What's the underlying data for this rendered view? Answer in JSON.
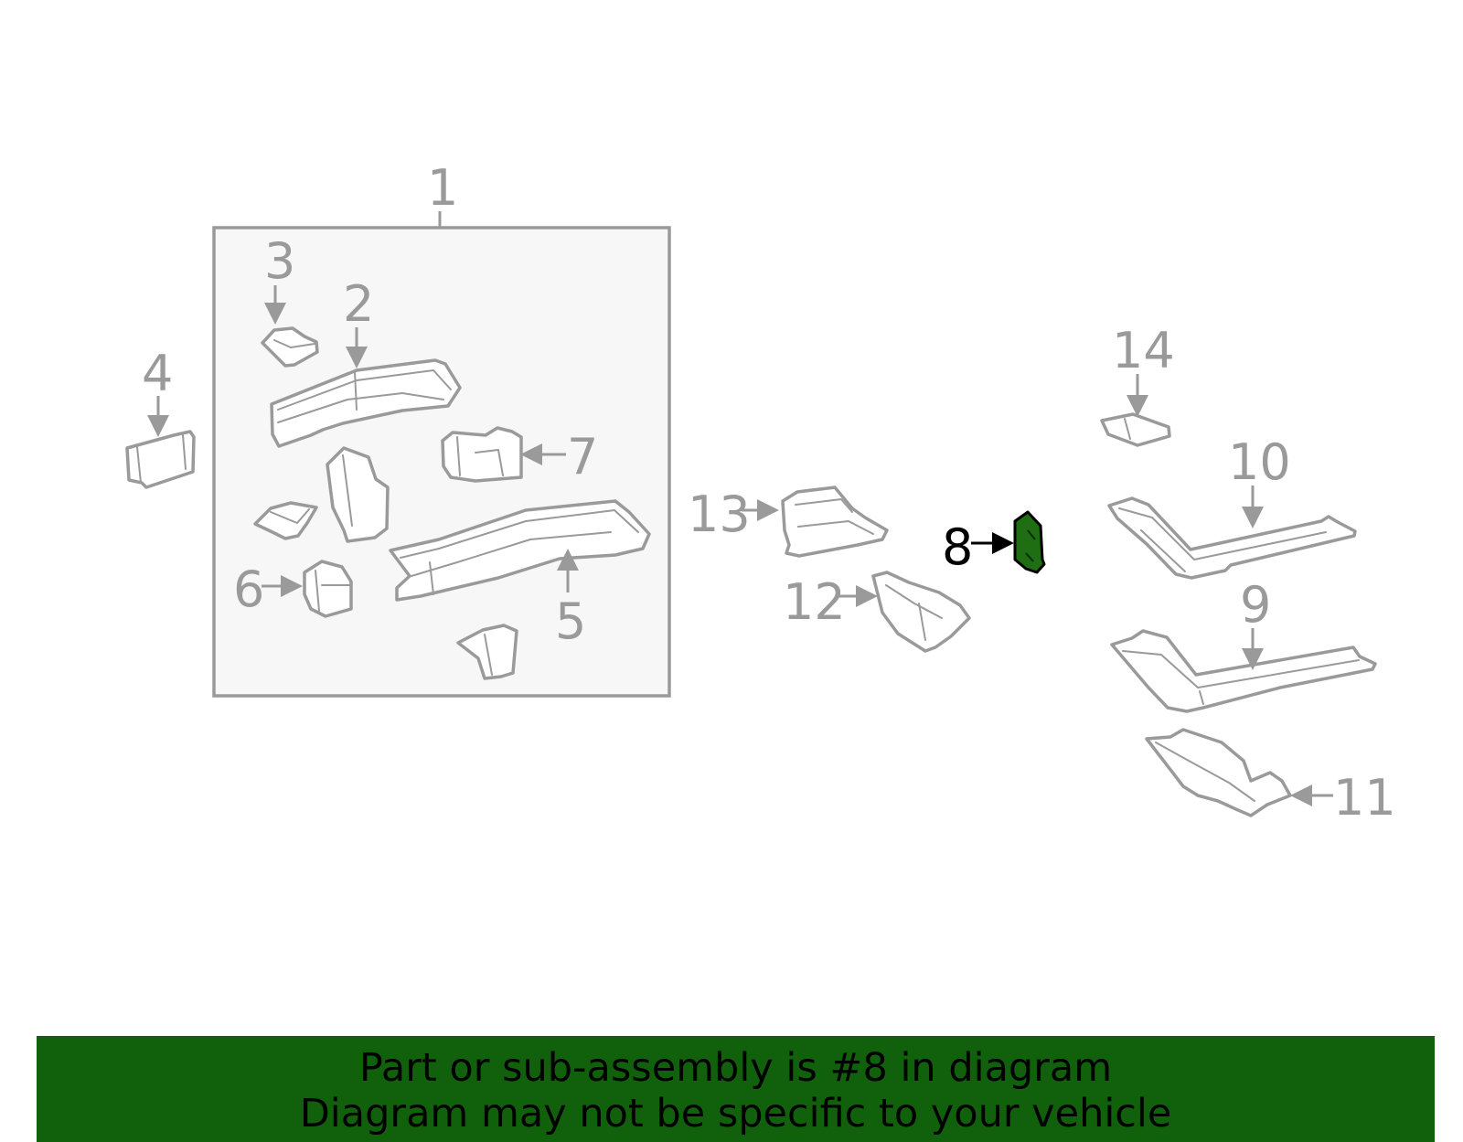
{
  "diagram": {
    "highlighted_part": "8",
    "callouts": {
      "c1": "1",
      "c2": "2",
      "c3": "3",
      "c4": "4",
      "c5": "5",
      "c6": "6",
      "c7": "7",
      "c8": "8",
      "c9": "9",
      "c10": "10",
      "c11": "11",
      "c12": "12",
      "c13": "13",
      "c14": "14"
    },
    "colors": {
      "line_gray": "#9a9a9a",
      "highlight_green": "#1f6e13",
      "banner_green": "#11600b",
      "assembly_box_fill": "#f7f7f7"
    }
  },
  "footer": {
    "line1": "Part or sub-assembly is #8 in diagram",
    "line2": "Diagram may not be specific to your vehicle"
  }
}
